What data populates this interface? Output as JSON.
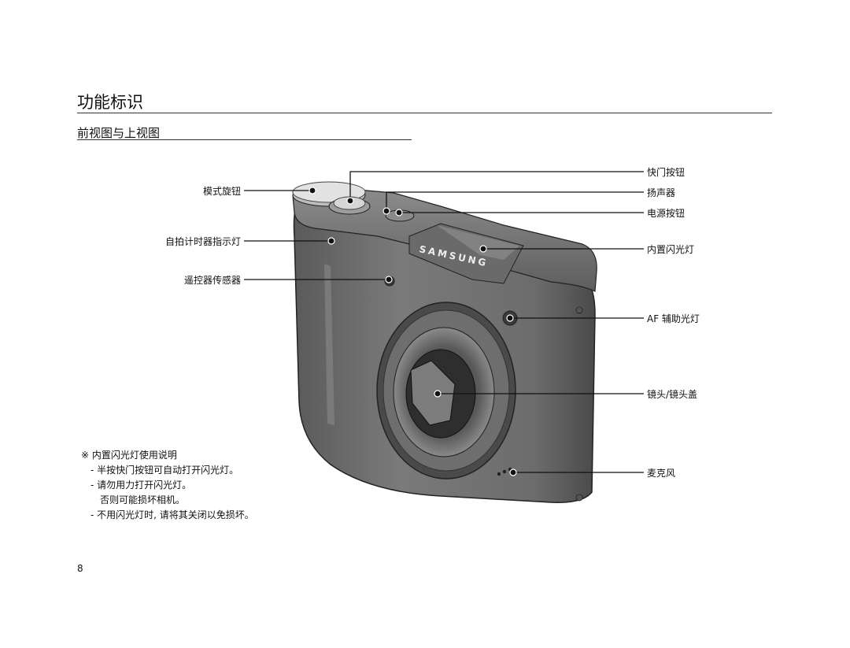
{
  "page": {
    "title": "功能标识",
    "subtitle": "前视图与上视图",
    "page_number": "8"
  },
  "labels": {
    "left": [
      {
        "id": "mode-dial",
        "text": "模式旋钮"
      },
      {
        "id": "self-timer-lamp",
        "text": "自拍计时器指示灯"
      },
      {
        "id": "remote-sensor",
        "text": "遥控器传感器"
      }
    ],
    "right": [
      {
        "id": "shutter-button",
        "text": "快门按钮"
      },
      {
        "id": "speaker",
        "text": "扬声器"
      },
      {
        "id": "power-button",
        "text": "电源按钮"
      },
      {
        "id": "built-in-flash",
        "text": "内置闪光灯"
      },
      {
        "id": "af-lamp",
        "text": "AF 辅助光灯"
      },
      {
        "id": "lens-cover",
        "text": "镜头/镜头盖"
      },
      {
        "id": "microphone",
        "text": "麦克风"
      }
    ]
  },
  "camera": {
    "brand_text": "SAMSUNG"
  },
  "notes": {
    "heading": "※ 内置闪光灯使用说明",
    "items": [
      "- 半按快门按钮可自动打开闪光灯。",
      "- 请勿用力打开闪光灯。",
      "否则可能损坏相机。",
      "- 不用闪光灯时, 请将其关闭以免损坏。"
    ]
  }
}
